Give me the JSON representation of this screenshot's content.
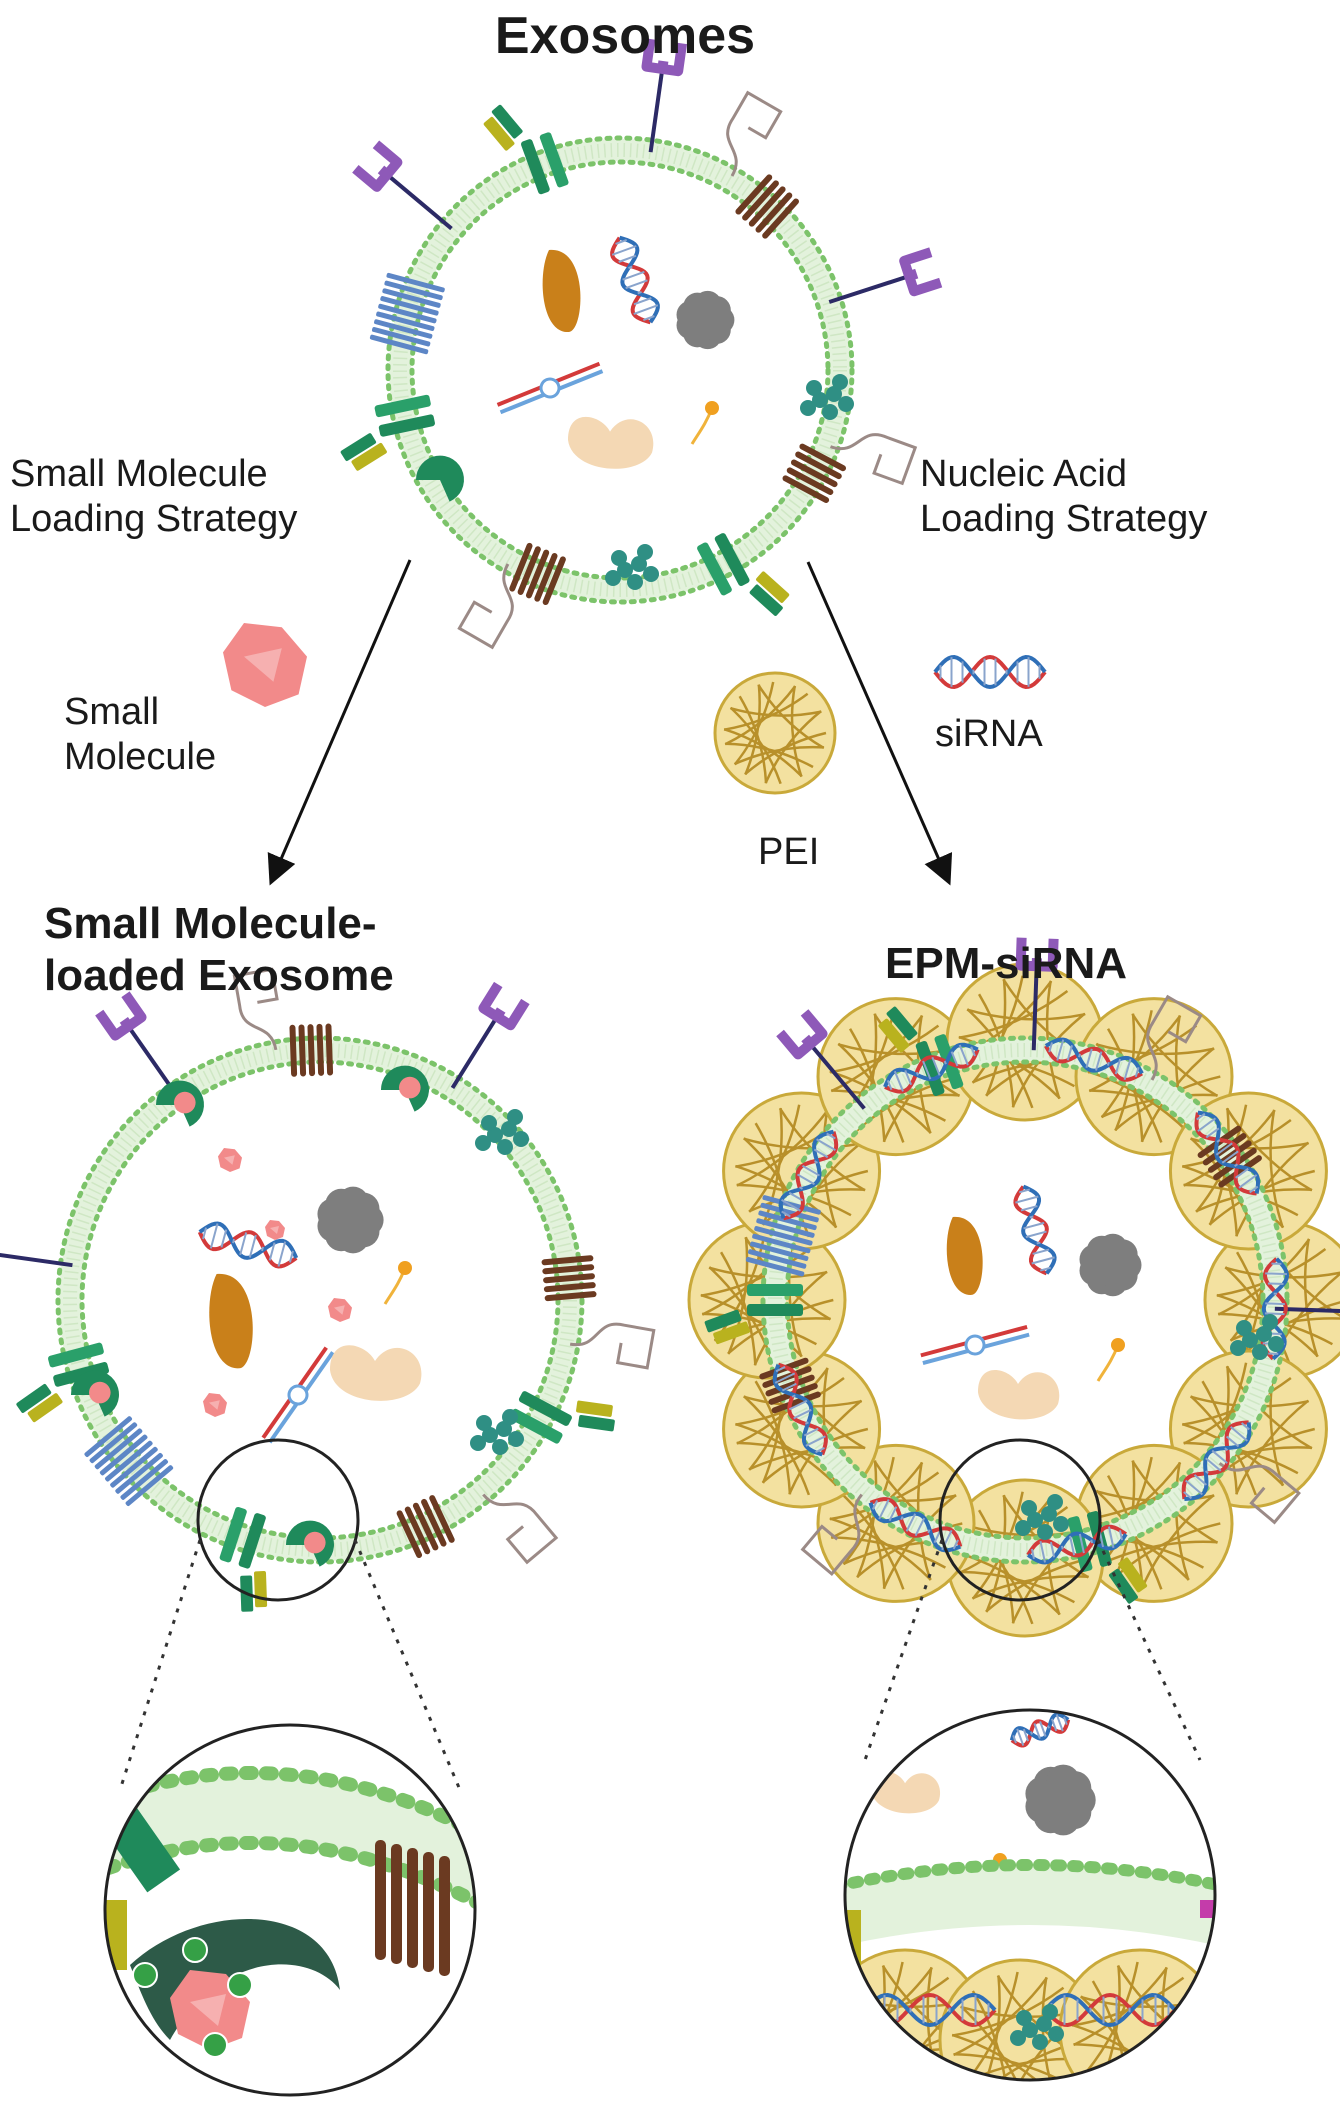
{
  "title": "Exosomes",
  "left_strategy": "Small Molecule\nLoading Strategy",
  "right_strategy": "Nucleic Acid\nLoading Strategy",
  "small_molecule_label": "Small\nMolecule",
  "pei_label": "PEI",
  "sirna_label": "siRNA",
  "left_result_title": "Small Molecule-\nloaded Exosome",
  "right_result_title": "EPM-siRNA",
  "colors": {
    "membrane": "#7cc36a",
    "membrane_dark": "#4ea64a",
    "receptor": "#8e59b8",
    "protein_green": "#1f8a5b",
    "protein_yellow": "#b9b21e",
    "transmembrane": "#6b3a21",
    "channel_blue": "#5d86c6",
    "pei_gold": "#c9a93a",
    "small_molecule": "#f28a8a",
    "rna_red": "#d33a3a",
    "rna_blue": "#2f6fb7"
  }
}
